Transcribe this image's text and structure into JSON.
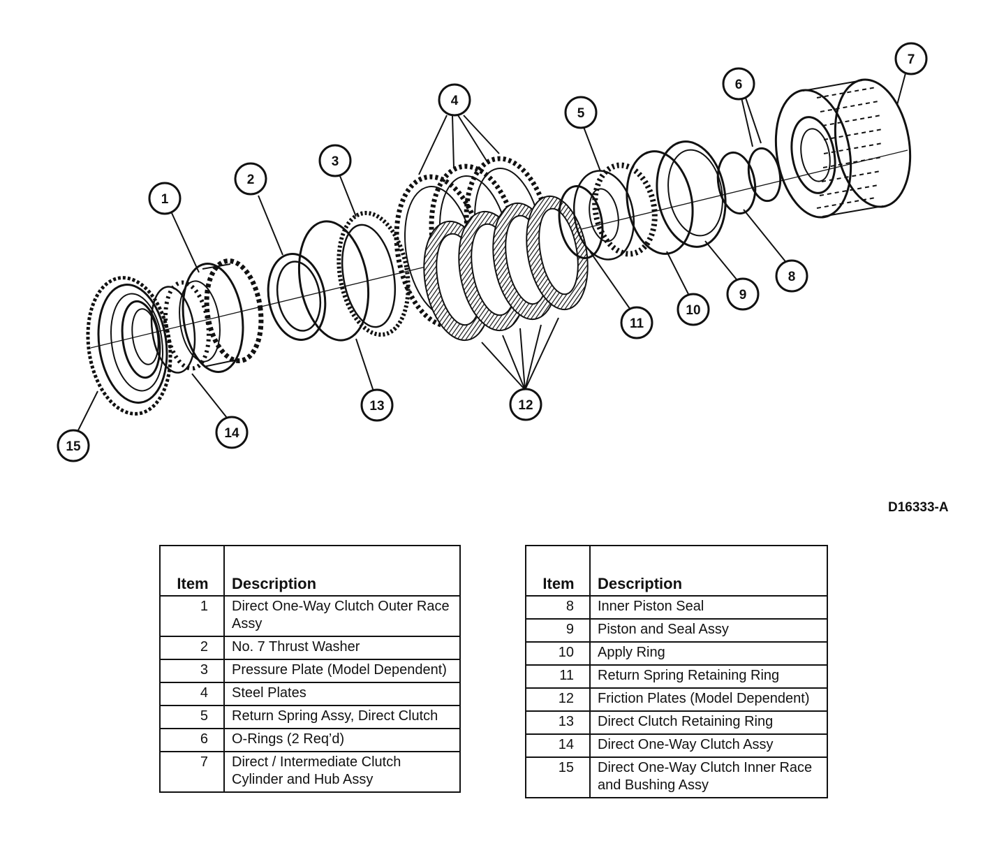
{
  "diagram": {
    "reference_code": "D16333-A",
    "callouts": [
      "1",
      "2",
      "3",
      "4",
      "5",
      "6",
      "7",
      "8",
      "9",
      "10",
      "11",
      "12",
      "13",
      "14",
      "15"
    ]
  },
  "table": {
    "header_item": "Item",
    "header_description": "Description",
    "left_rows": [
      {
        "item": "1",
        "description": "Direct One-Way Clutch Outer Race Assy"
      },
      {
        "item": "2",
        "description": "No. 7 Thrust Washer"
      },
      {
        "item": "3",
        "description": "Pressure Plate (Model Dependent)"
      },
      {
        "item": "4",
        "description": "Steel Plates"
      },
      {
        "item": "5",
        "description": "Return Spring Assy, Direct Clutch"
      },
      {
        "item": "6",
        "description": "O-Rings (2 Req’d)"
      },
      {
        "item": "7",
        "description": "Direct / Intermediate Clutch Cylinder and Hub Assy"
      }
    ],
    "right_rows": [
      {
        "item": "8",
        "description": "Inner Piston Seal"
      },
      {
        "item": "9",
        "description": "Piston and Seal Assy"
      },
      {
        "item": "10",
        "description": "Apply Ring"
      },
      {
        "item": "11",
        "description": "Return Spring Retaining Ring"
      },
      {
        "item": "12",
        "description": "Friction Plates (Model Dependent)"
      },
      {
        "item": "13",
        "description": "Direct Clutch Retaining Ring"
      },
      {
        "item": "14",
        "description": "Direct One-Way Clutch Assy"
      },
      {
        "item": "15",
        "description": "Direct One-Way Clutch Inner Race and Bushing Assy"
      }
    ]
  }
}
